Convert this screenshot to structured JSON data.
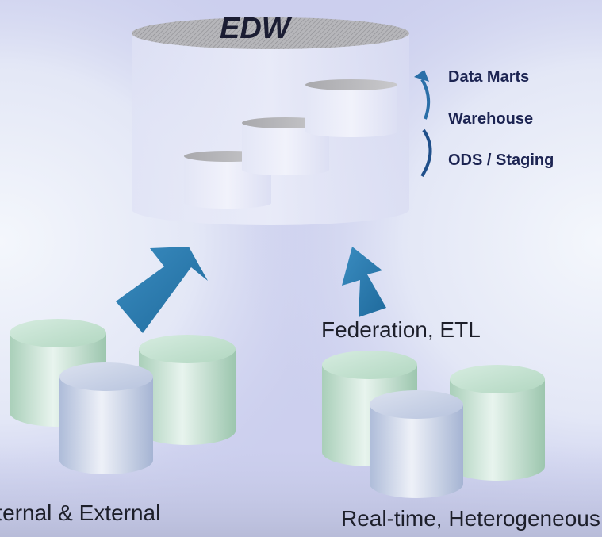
{
  "edw": {
    "title": "EDW",
    "layers": [
      "Data Marts",
      "Warehouse",
      "ODS / Staging"
    ]
  },
  "integration_label": "Federation, ETL",
  "sources": {
    "left_caption": "Internal & External",
    "right_caption": "Real-time, Heterogeneous"
  },
  "colors": {
    "background": "#cccfee",
    "arrow": "#2a7bb0",
    "source_green": "#b4d8c4",
    "source_blue": "#b7c4dd",
    "label_dark": "#1c2452"
  }
}
